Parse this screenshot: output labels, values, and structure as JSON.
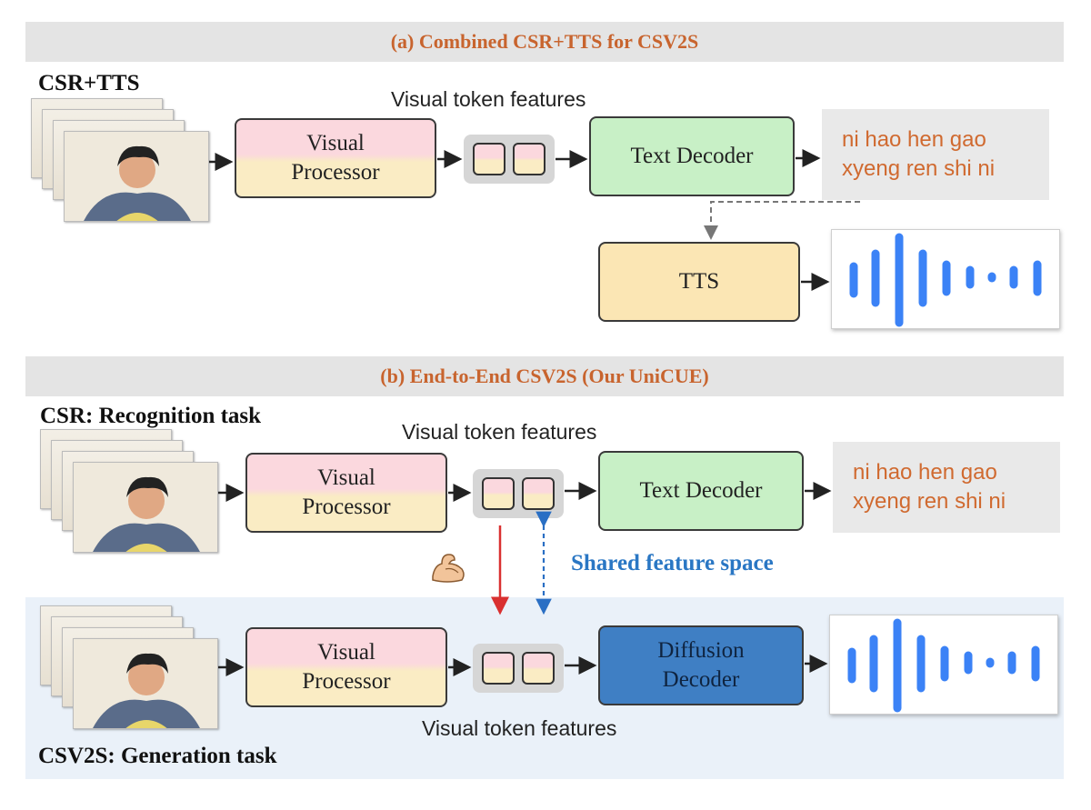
{
  "panel_a": {
    "banner": "(a) Combined CSR+TTS for CSV2S",
    "section_label": "CSR+TTS",
    "token_caption": "Visual token features",
    "visual_processor": [
      "Visual",
      "Processor"
    ],
    "text_decoder": "Text Decoder",
    "tts": "TTS",
    "output_lines": [
      "ni hao hen gao",
      "xyeng ren shi ni"
    ]
  },
  "panel_b": {
    "banner": "(b) End-to-End CSV2S (Our UniCUE)",
    "csr_label": "CSR: Recognition task",
    "token_caption_top": "Visual token features",
    "visual_processor": [
      "Visual",
      "Processor"
    ],
    "text_decoder": "Text Decoder",
    "output_lines": [
      "ni hao hen gao",
      "xyeng ren shi ni"
    ],
    "shared_label": "Shared feature space",
    "diffusion_decoder": [
      "Diffusion",
      "Decoder"
    ],
    "token_caption_bottom": "Visual token features",
    "csv2s_label": "CSV2S: Generation task"
  },
  "icons": {
    "strength": "flexed-arm-icon",
    "waveform": "audio-waveform-icon",
    "video": "video-frames-icon"
  },
  "colors": {
    "banner_text": "#c8642e",
    "shared_text": "#2a77c4",
    "output_text": "#d06a30",
    "waveform": "#3b82f6",
    "red_arrow": "#d93030",
    "blue_arrow": "#2a6fc4",
    "diffusion_box": "#3f7fc4"
  }
}
